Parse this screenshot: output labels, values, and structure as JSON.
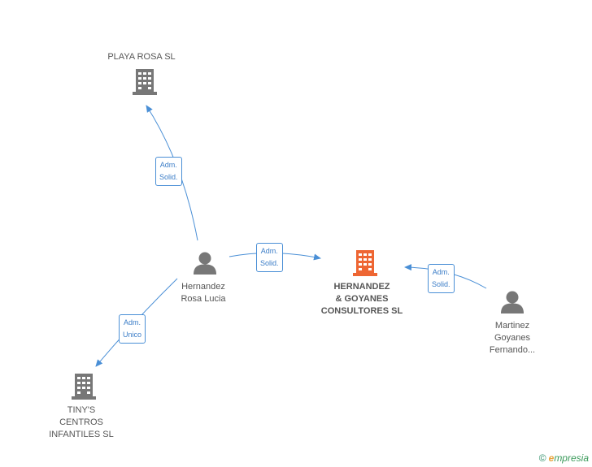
{
  "nodes": {
    "playa_rosa": {
      "label": "PLAYA ROSA SL",
      "type": "company",
      "color": "#777777"
    },
    "hernandez_rosa": {
      "label": "Hernandez\nRosa Lucia",
      "type": "person",
      "color": "#777777"
    },
    "hernandez_goyanes": {
      "label": "HERNANDEZ\n& GOYANES\nCONSULTORES SL",
      "type": "company",
      "color": "#ee6633"
    },
    "martinez": {
      "label": "Martinez\nGoyanes\nFernando...",
      "type": "person",
      "color": "#777777"
    },
    "tinys": {
      "label": "TINY'S\nCENTROS\nINFANTILES SL",
      "type": "company",
      "color": "#777777"
    }
  },
  "edges": {
    "e1": {
      "label": "Adm.\nSolid."
    },
    "e2": {
      "label": "Adm.\nSolid."
    },
    "e3": {
      "label": "Adm.\nSolid."
    },
    "e4": {
      "label": "Adm.\nUnico"
    }
  },
  "colors": {
    "edge": "#4a8fd6"
  },
  "brand": {
    "copyright": "©",
    "name": "mpresia",
    "initial": "e"
  }
}
